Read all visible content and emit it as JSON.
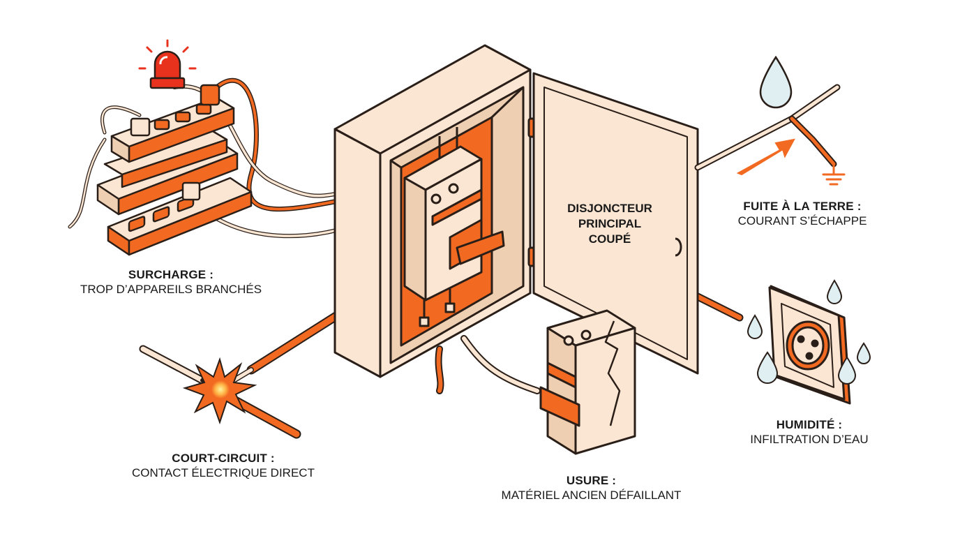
{
  "colors": {
    "orange": "#f26a21",
    "cream": "#fbe6d3",
    "cream_dark": "#efcfb2",
    "outline": "#2a1e18",
    "water": "#dfeff2",
    "alarm": "#e8321e"
  },
  "icons": [
    "siren-icon",
    "power-strip-icon",
    "electrical-panel-icon",
    "circuit-breaker-icon",
    "spark-icon",
    "water-drop-icon",
    "ground-icon",
    "wall-outlet-icon",
    "cracked-breaker-icon"
  ],
  "center": {
    "line1": "DISJONCTEUR",
    "line2": "PRINCIPAL",
    "line3": "COUPÉ"
  },
  "causes": [
    {
      "title": "SURCHARGE :",
      "desc": "TROP D’APPAREILS BRANCHÉS"
    },
    {
      "title": "COURT-CIRCUIT :",
      "desc": "CONTACT ÉLECTRIQUE DIRECT"
    },
    {
      "title": "USURE :",
      "desc": "MATÉRIEL ANCIEN DÉFAILLANT"
    },
    {
      "title": "HUMIDITÉ :",
      "desc": "INFILTRATION D’EAU"
    },
    {
      "title": "FUITE À LA TERRE :",
      "desc": "COURANT S’ÉCHAPPE"
    }
  ]
}
